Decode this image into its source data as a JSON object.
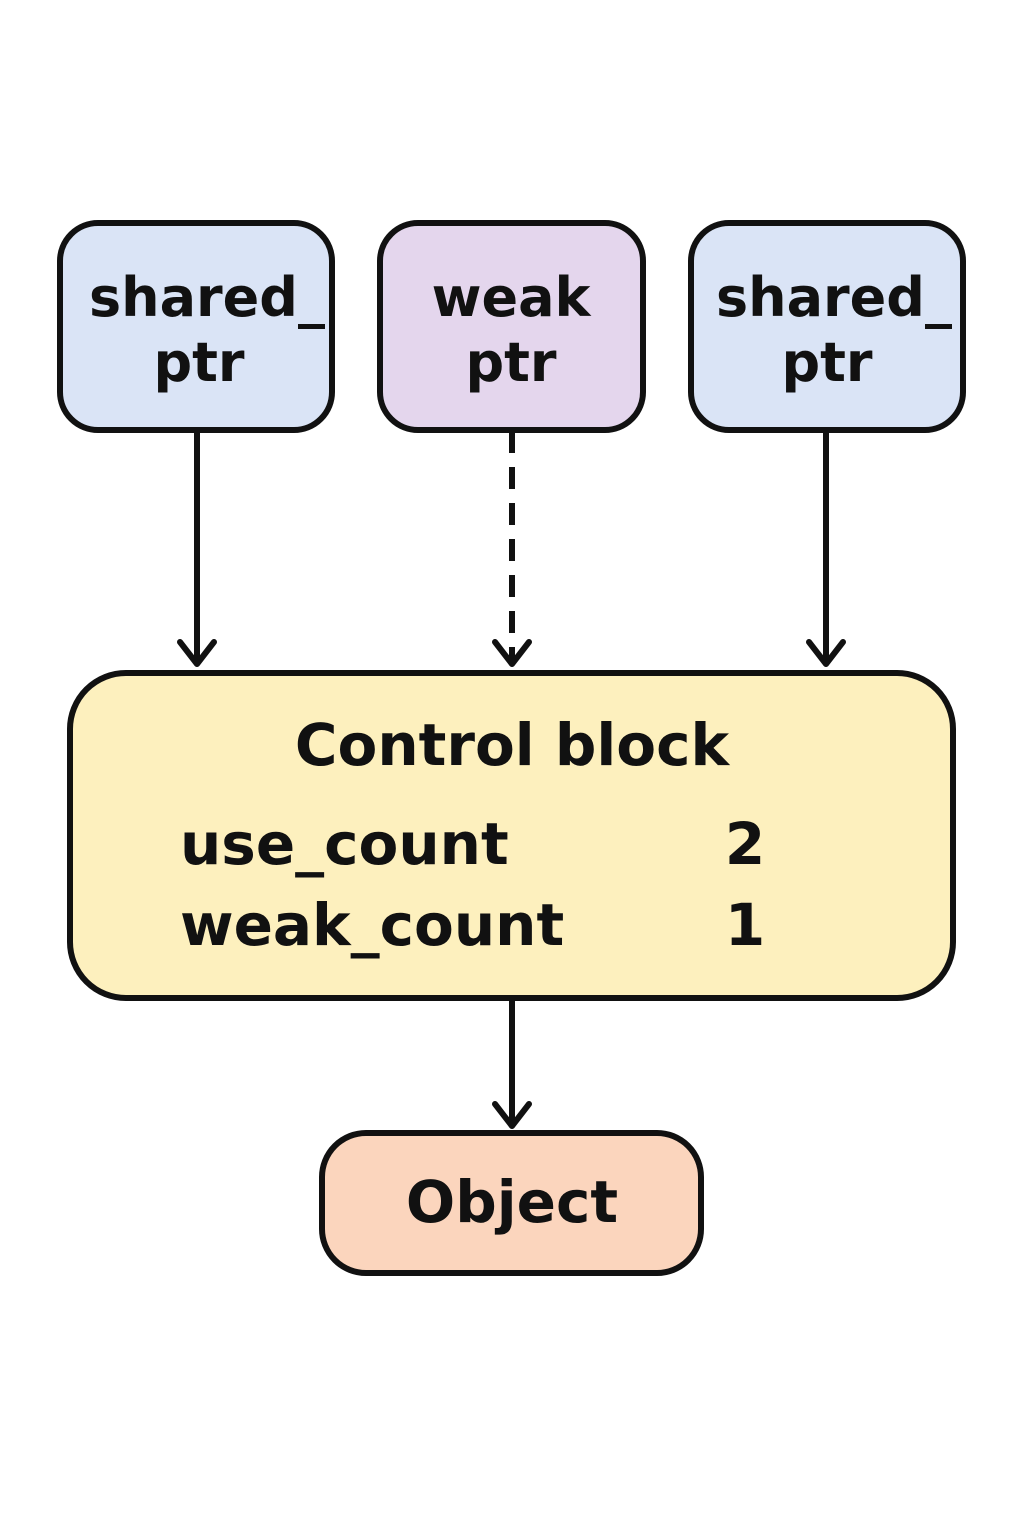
{
  "diagram": {
    "nodes": {
      "shared_ptr_left": {
        "line1": "shared_",
        "line2": "ptr"
      },
      "weak_ptr": {
        "line1": "weak",
        "line2": "ptr"
      },
      "shared_ptr_right": {
        "line1": "shared_",
        "line2": "ptr"
      },
      "control_block": {
        "title": "Control block",
        "fields": [
          {
            "label": "use_count",
            "value": "2"
          },
          {
            "label": "weak_count",
            "value": "1"
          }
        ]
      },
      "object": {
        "label": "Object"
      }
    },
    "edges": [
      {
        "from": "shared_ptr_left",
        "to": "control_block",
        "style": "solid"
      },
      {
        "from": "weak_ptr",
        "to": "control_block",
        "style": "dashed"
      },
      {
        "from": "shared_ptr_right",
        "to": "control_block",
        "style": "solid"
      },
      {
        "from": "control_block",
        "to": "object",
        "style": "solid"
      }
    ],
    "colors": {
      "shared_ptr_fill": "#dae4f6",
      "weak_ptr_fill": "#e4d6ed",
      "control_block_fill": "#fdf0be",
      "object_fill": "#fbd5bd",
      "stroke": "#111111"
    }
  }
}
